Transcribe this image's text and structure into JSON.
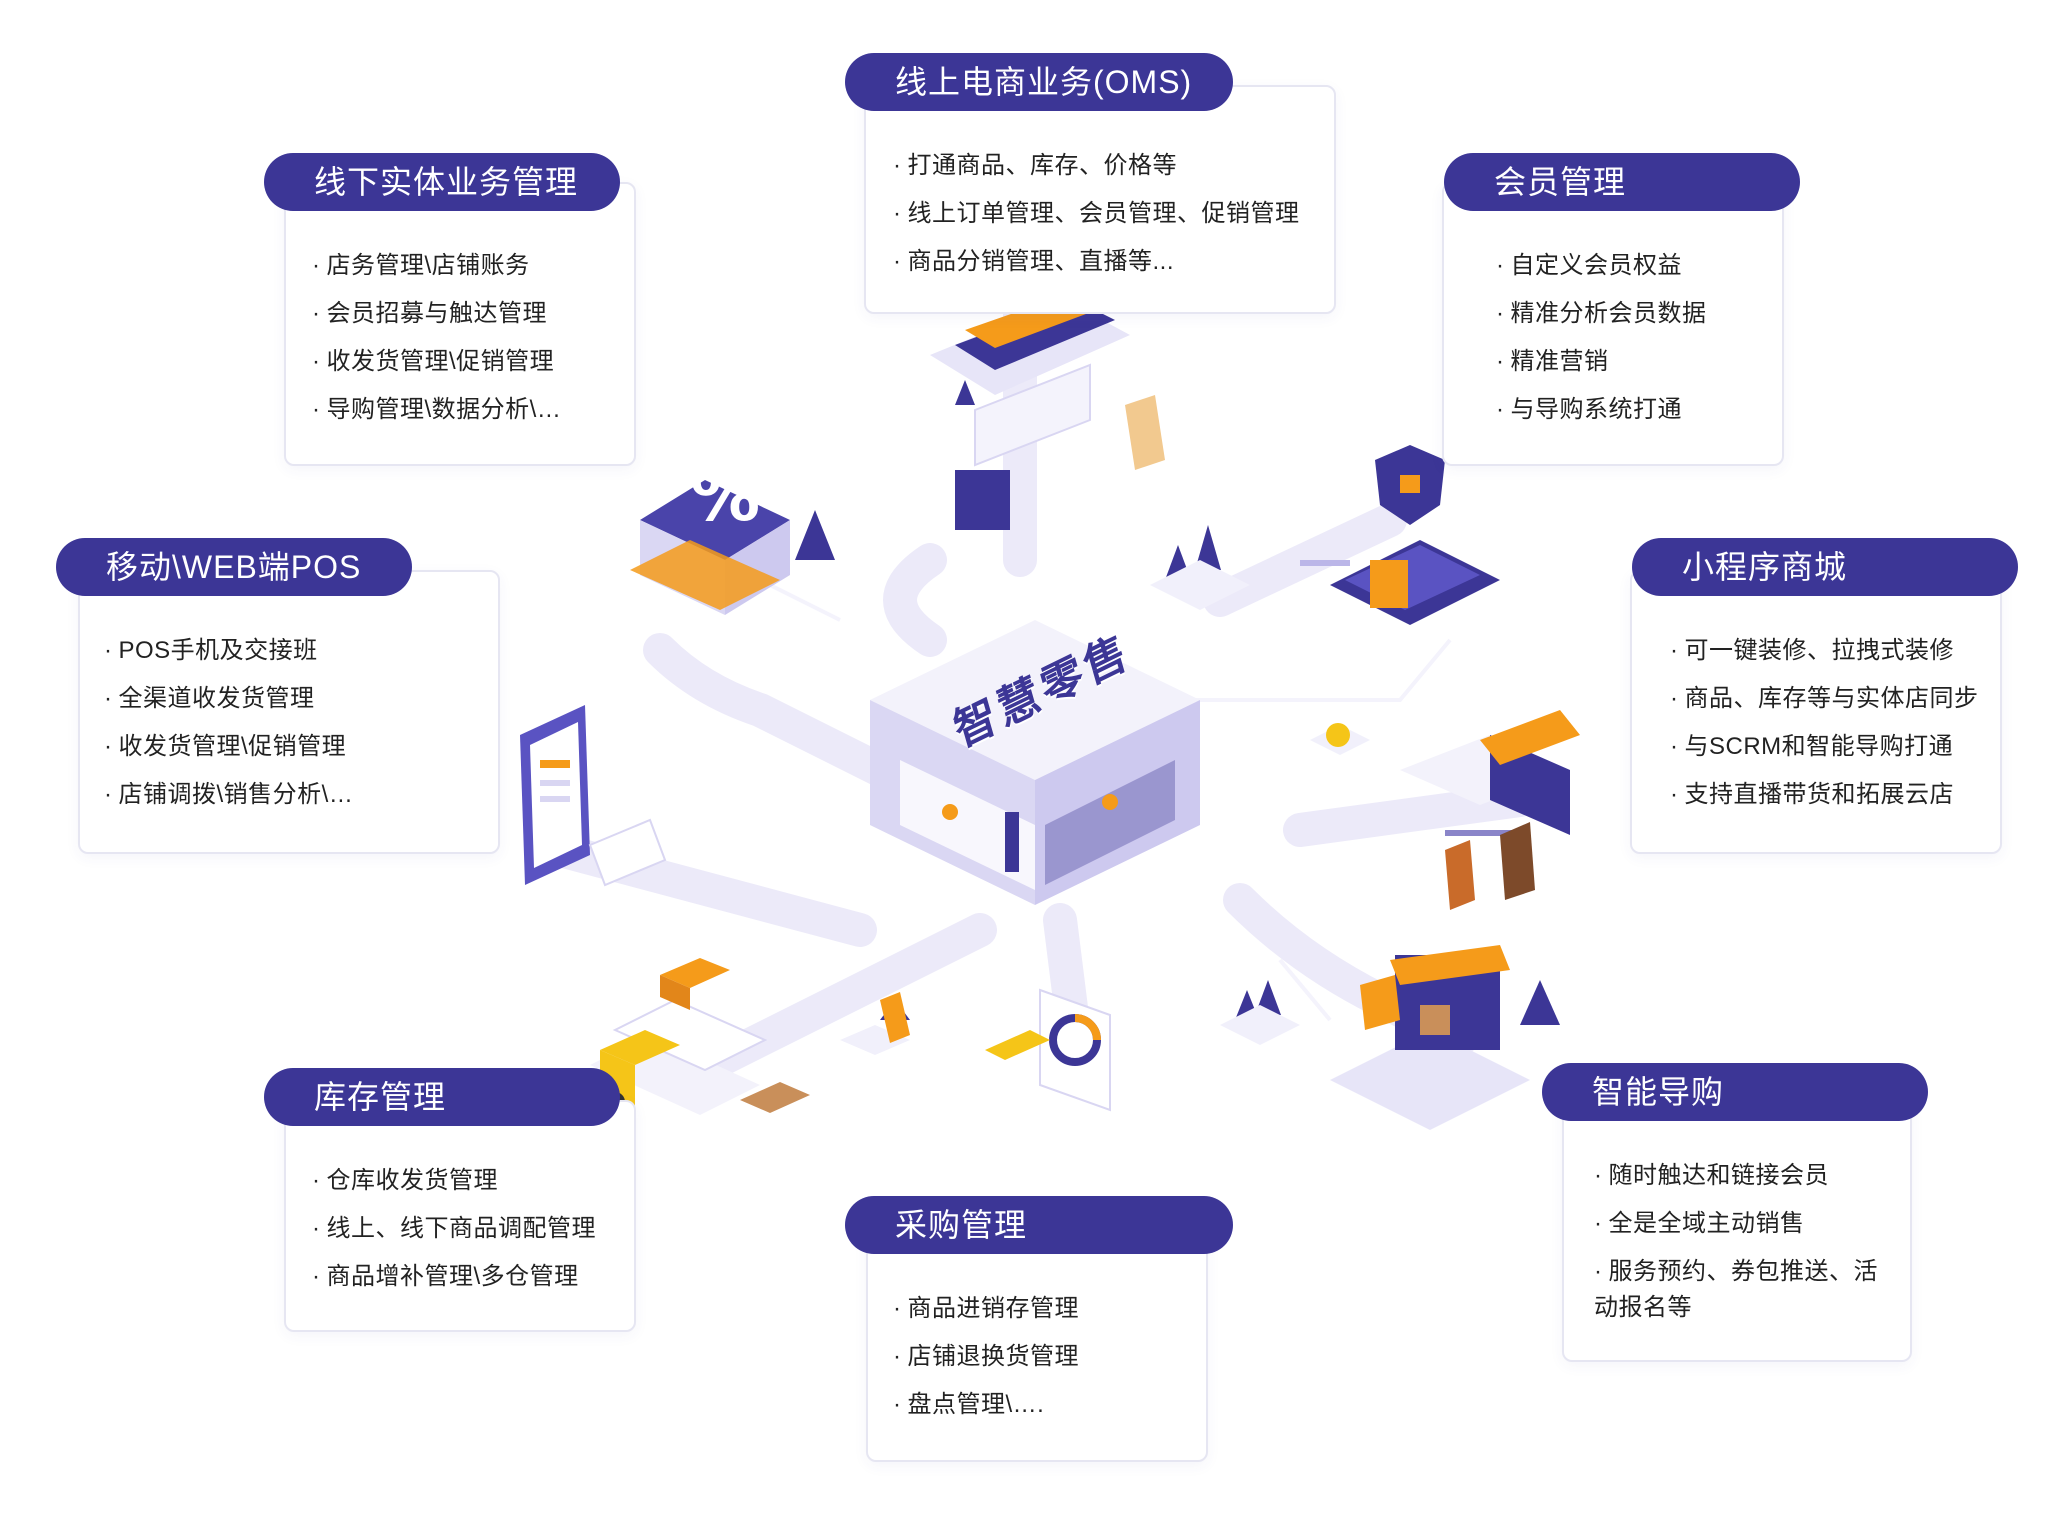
{
  "center": {
    "sign": "智慧零售"
  },
  "colors": {
    "primary": "#3c3696",
    "accent_orange": "#f59b1a",
    "track": "#eceaf9",
    "text": "#222222"
  },
  "modules": [
    {
      "id": "offline",
      "title": "线下实体业务管理",
      "items": [
        "店务管理\\店铺账务",
        "会员招募与触达管理",
        "收发货管理\\促销管理",
        "导购管理\\数据分析\\…"
      ]
    },
    {
      "id": "oms",
      "title": "线上电商业务(OMS)",
      "items": [
        "打通商品、库存、价格等",
        "线上订单管理、会员管理、促销管理",
        "商品分销管理、直播等..."
      ]
    },
    {
      "id": "member",
      "title": "会员管理",
      "items": [
        "自定义会员权益",
        "精准分析会员数据",
        "精准营销",
        "与导购系统打通"
      ]
    },
    {
      "id": "pos",
      "title": "移动\\WEB端POS",
      "items": [
        "POS手机及交接班",
        "全渠道收发货管理",
        "收发货管理\\促销管理",
        "店铺调拨\\销售分析\\…"
      ]
    },
    {
      "id": "miniapp",
      "title": "小程序商城",
      "items": [
        "可一键装修、拉拽式装修",
        "商品、库存等与实体店同步",
        "与SCRM和智能导购打通",
        "支持直播带货和拓展云店"
      ]
    },
    {
      "id": "inventory",
      "title": "库存管理",
      "items": [
        "仓库收发货管理",
        "线上、线下商品调配管理",
        "商品增补管理\\多仓管理"
      ]
    },
    {
      "id": "purchase",
      "title": "采购管理",
      "items": [
        "商品进销存管理",
        "店铺退换货管理",
        "盘点管理\\…."
      ]
    },
    {
      "id": "guide",
      "title": "智能导购",
      "items": [
        "随时触达和链接会员",
        "全是全域主动销售",
        "服务预约、券包推送、活动报名等"
      ]
    }
  ]
}
